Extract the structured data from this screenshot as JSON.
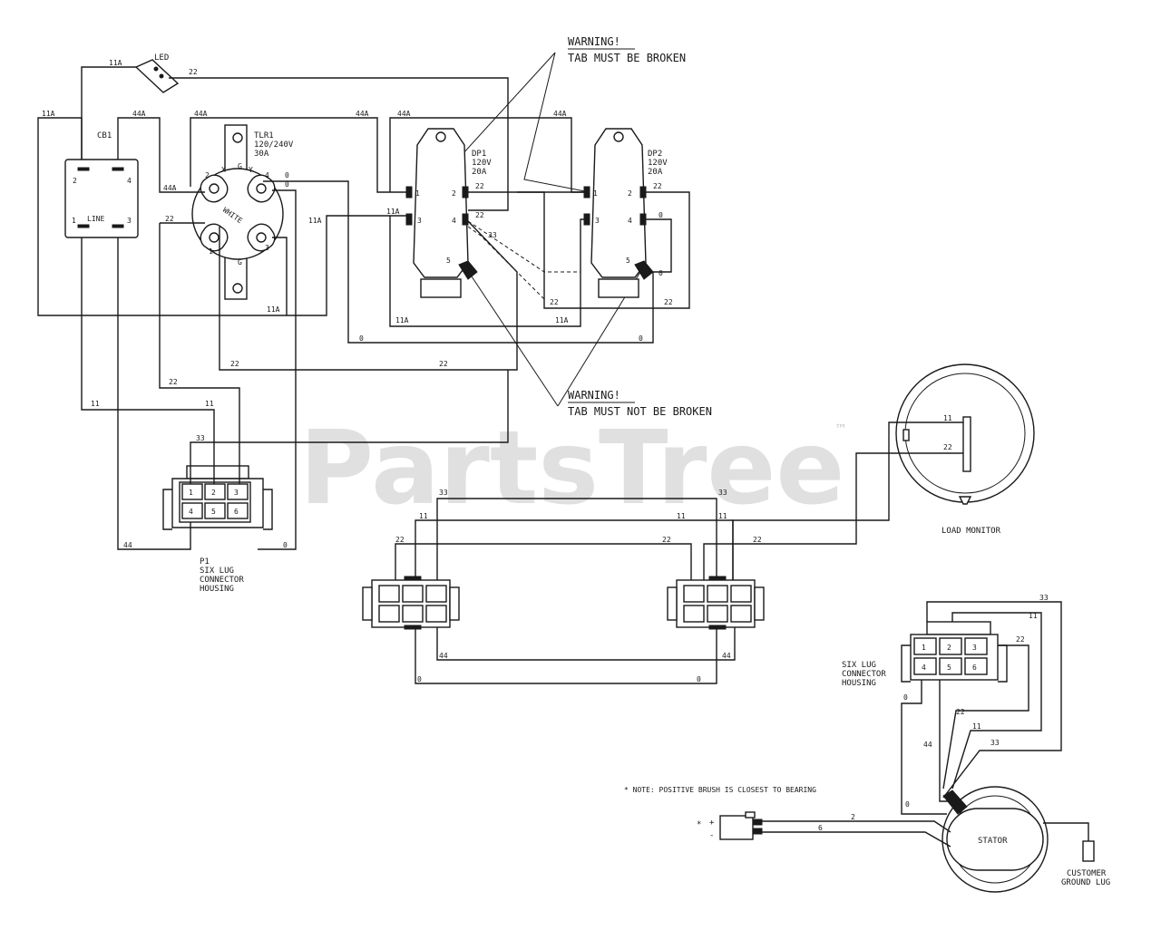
{
  "watermark": {
    "text": "PartsTree",
    "tm": "™"
  },
  "warnings": {
    "top_line1": "WARNING!",
    "top_line2": "TAB MUST BE BROKEN",
    "bottom_line1": "WARNING!",
    "bottom_line2": "TAB MUST NOT BE BROKEN"
  },
  "components": {
    "led": "LED",
    "cb1": "CB1",
    "line": "LINE",
    "tlr1_line1": "TLR1",
    "tlr1_line2": "120/240V",
    "tlr1_line3": "30A",
    "dp1_line1": "DP1",
    "dp1_line2": "120V",
    "dp1_line3": "20A",
    "dp2_line1": "DP2",
    "dp2_line2": "120V",
    "dp2_line3": "20A",
    "p1_line1": "P1",
    "p1_line2": "SIX LUG",
    "p1_line3": "CONNECTOR",
    "p1_line4": "HOUSING",
    "six_lug_line1": "SIX LUG",
    "six_lug_line2": "CONNECTOR",
    "six_lug_line3": "HOUSING",
    "load_monitor": "LOAD MONITOR",
    "stator": "STATOR",
    "ground_line1": "CUSTOMER",
    "ground_line2": "GROUND LUG",
    "white": "WHITE"
  },
  "note": "* NOTE: POSITIVE BRUSH IS CLOSEST TO BEARING",
  "wire_labels": {
    "w11a": "11A",
    "w22": "22",
    "w44a": "44A",
    "w0": "0",
    "w33": "33",
    "w11": "11",
    "w44": "44",
    "w2": "2",
    "w6": "6"
  },
  "pins": [
    "1",
    "2",
    "3",
    "4",
    "5",
    "6"
  ],
  "tlr1_terminals": {
    "x": "X",
    "y": "Y",
    "g": "G"
  },
  "brush": {
    "plus": "+",
    "minus": "-",
    "star": "*"
  }
}
